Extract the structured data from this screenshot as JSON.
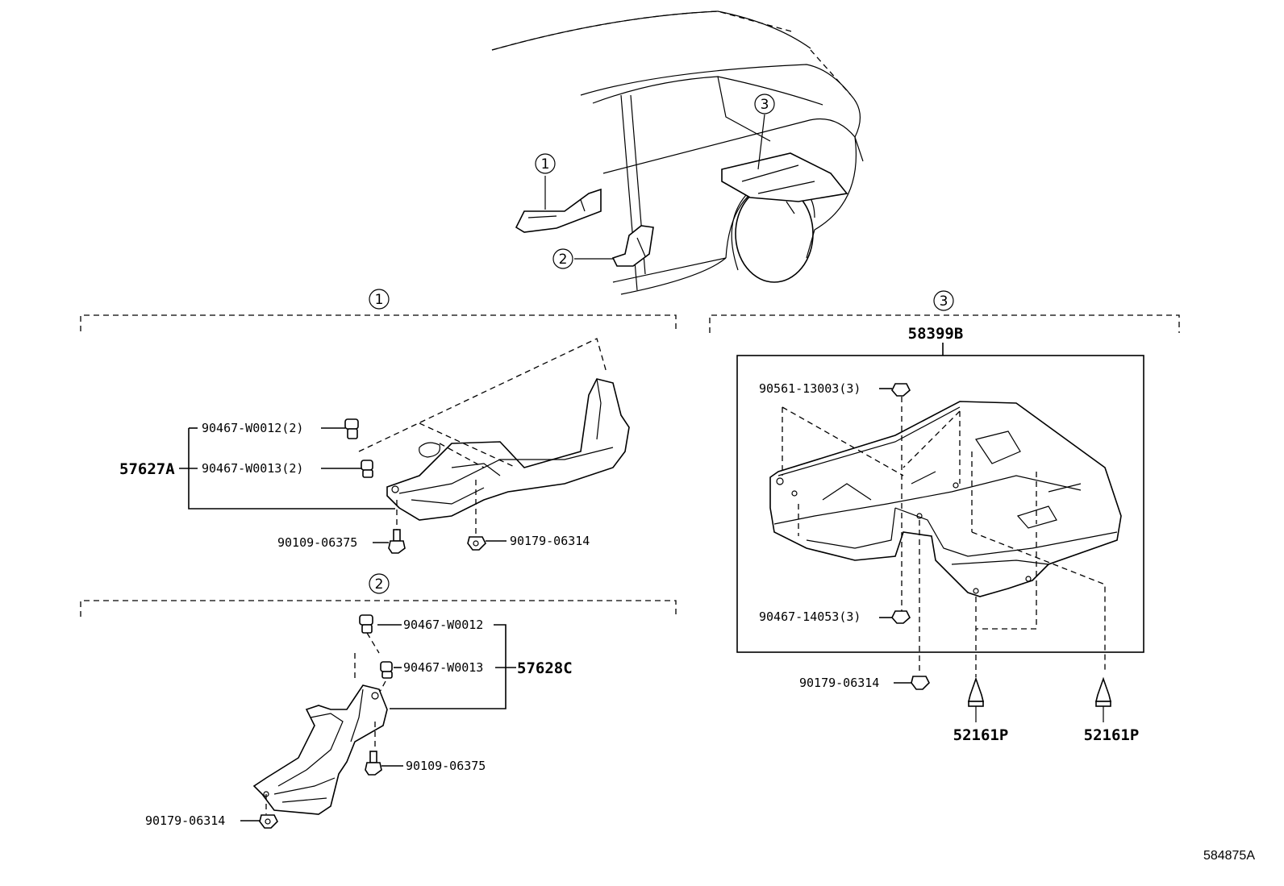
{
  "callouts": {
    "c1": "1",
    "c2": "2",
    "c3": "3"
  },
  "section1": {
    "assembly": "57627A",
    "parts": {
      "p1": "90467-W0012(2)",
      "p2": "90467-W0013(2)",
      "p3": "90109-06375",
      "p4": "90179-06314"
    }
  },
  "section2": {
    "assembly": "57628C",
    "parts": {
      "p1": "90467-W0012",
      "p2": "90467-W0013",
      "p3": "90109-06375",
      "p4": "90179-06314"
    }
  },
  "section3": {
    "assembly": "58399B",
    "parts": {
      "p1": "90561-13003(3)",
      "p2": "90467-14053(3)",
      "p3": "90179-06314",
      "p4": "52161P",
      "p5": "52161P"
    }
  },
  "reference": "584875A"
}
